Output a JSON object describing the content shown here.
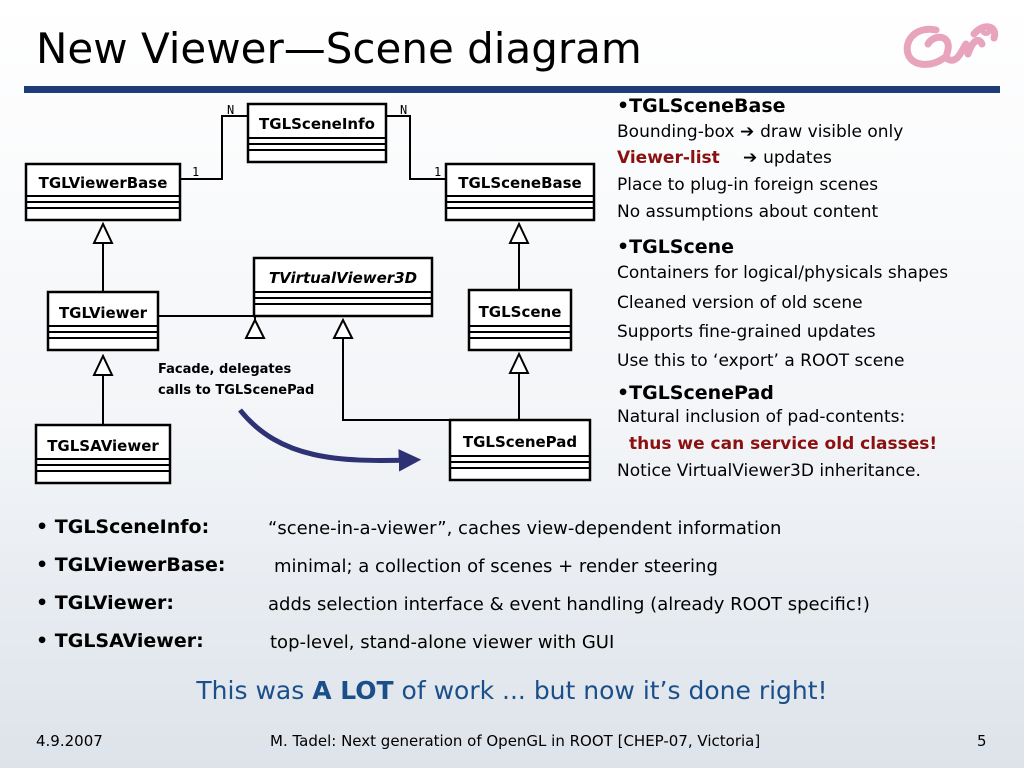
{
  "slide": {
    "title": "New Viewer—Scene diagram",
    "colors": {
      "title_rule": "#1f3c78",
      "accent_red": "#8b1010",
      "tagline_blue": "#1a4f8a",
      "arrow_navy": "#2e3274",
      "logo_pink": "#e8a3bd"
    }
  },
  "diagram": {
    "classes": {
      "scene_info": "TGLSceneInfo",
      "viewer_base": "TGLViewerBase",
      "scene_base": "TGLSceneBase",
      "virtual_viewer": "TVirtualViewer3D",
      "viewer": "TGLViewer",
      "scene": "TGLScene",
      "sa_viewer": "TGLSAViewer",
      "scene_pad": "TGLScenePad"
    },
    "multiplicity": {
      "n_left": "N",
      "n_right": "N",
      "one_left": "1",
      "one_right": "1"
    },
    "note": {
      "line1": "Facade, delegates",
      "line2": "calls to TGLScenePad"
    }
  },
  "right_col": {
    "scenebase_head": "•TGLSceneBase",
    "scenebase_l1_a": "Bounding-box",
    "scenebase_l1_b": "draw visible only",
    "scenebase_l2_a": "Viewer-list",
    "scenebase_l2_b": "updates",
    "scenebase_l3": "Place to plug-in foreign scenes",
    "scenebase_l4": "No assumptions about content",
    "scene_head": "•TGLScene",
    "scene_l1": "Containers for logical/physicals shapes",
    "scene_l2": "Cleaned version of old scene",
    "scene_l3": "Supports fine-grained updates",
    "scene_l4": "Use this to ‘export’ a ROOT scene",
    "scenepad_head": "•TGLScenePad",
    "scenepad_l1": "Natural inclusion of pad-contents:",
    "scenepad_l2": "thus we can service old classes!",
    "scenepad_l3": "Notice VirtualViewer3D inheritance."
  },
  "bullets": [
    {
      "term": "• TGLSceneInfo:",
      "desc": "“scene-in-a-viewer”, caches view-dependent information"
    },
    {
      "term": "• TGLViewerBase:",
      "desc": "minimal; a collection of scenes + render steering"
    },
    {
      "term": "• TGLViewer:",
      "desc": "adds selection interface & event handling (already ROOT specific!)"
    },
    {
      "term": "• TGLSAViewer:",
      "desc": "top-level, stand-alone viewer with GUI"
    }
  ],
  "tagline": {
    "pre": "This was ",
    "bold": "A LOT",
    "post": " of work ... but now it’s done right!"
  },
  "footer": {
    "date": "4.9.2007",
    "center": "M. Tadel: Next generation of OpenGL in ROOT [CHEP-07, Victoria]",
    "page": "5"
  }
}
